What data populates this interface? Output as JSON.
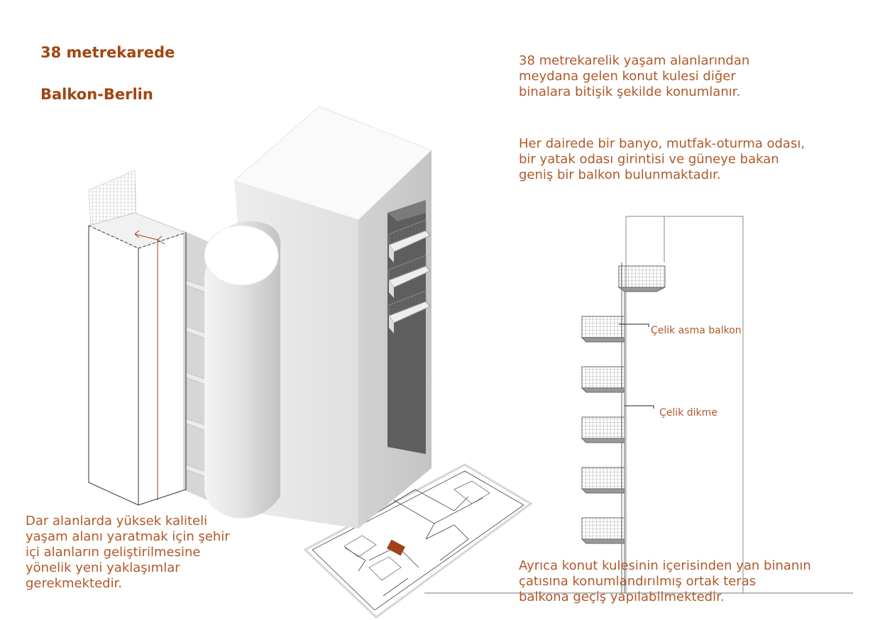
{
  "titles": {
    "line1": "38 metrekarede",
    "line2": "Balkon-Berlin"
  },
  "paragraphs": {
    "intro": "38 metrekarelik yaşam alanlarından\nmeydana gelen konut kulesi diğer\nbinalara bitişik şekilde konumlanır.",
    "features": "Her dairede bir banyo, mutfak-oturma odası,\nbir yatak odası girintisi ve güneye bakan\ngeniş bir balkon bulunmaktadır.",
    "approach": "Dar alanlarda yüksek kaliteli\nyaşam alanı yaratmak için şehir\niçi alanların geliştirilmesine\nyönelik yeni yaklaşımlar\ngerekmektedir.",
    "terrace": "Ayrıca konut kulesinin içerisinden yan binanın\nçatısına konumlandırılmış ortak teras\nbalkona geçiş yapılabilmektedir."
  },
  "section_labels": {
    "hanging_balcony": "Çelik asma balkon",
    "steel_post": "Çelik dikme"
  },
  "colors": {
    "accent": "#b0592a",
    "title": "#a24512"
  }
}
